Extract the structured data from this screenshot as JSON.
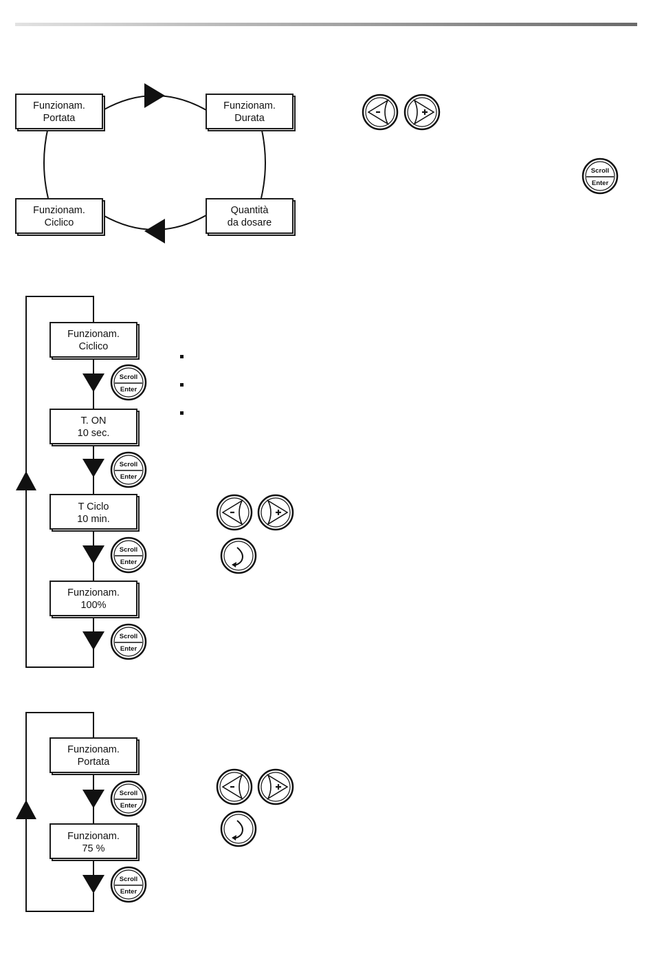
{
  "cycle_diagram": {
    "top_left": [
      "Funzionam.",
      "Portata"
    ],
    "top_right": [
      "Funzionam.",
      "Durata"
    ],
    "bottom_left": [
      "Funzionam.",
      "Ciclico"
    ],
    "bottom_right": [
      "Quantità",
      "da dosare"
    ]
  },
  "cyclic_flow": {
    "steps": [
      [
        "Funzionam.",
        "Ciclico"
      ],
      [
        "T. ON",
        "10 sec."
      ],
      [
        "T Ciclo",
        "10 min."
      ],
      [
        "Funzionam.",
        "100%"
      ]
    ]
  },
  "flow_flow": {
    "steps": [
      [
        "Funzionam.",
        "Portata"
      ],
      [
        "Funzionam.",
        "75 %"
      ]
    ]
  },
  "buttons": {
    "scroll": "Scroll",
    "enter": "Enter"
  },
  "icons": {
    "minus": "minus-arrow-icon",
    "plus": "plus-arrow-icon",
    "confirm": "curved-arrow-icon"
  }
}
